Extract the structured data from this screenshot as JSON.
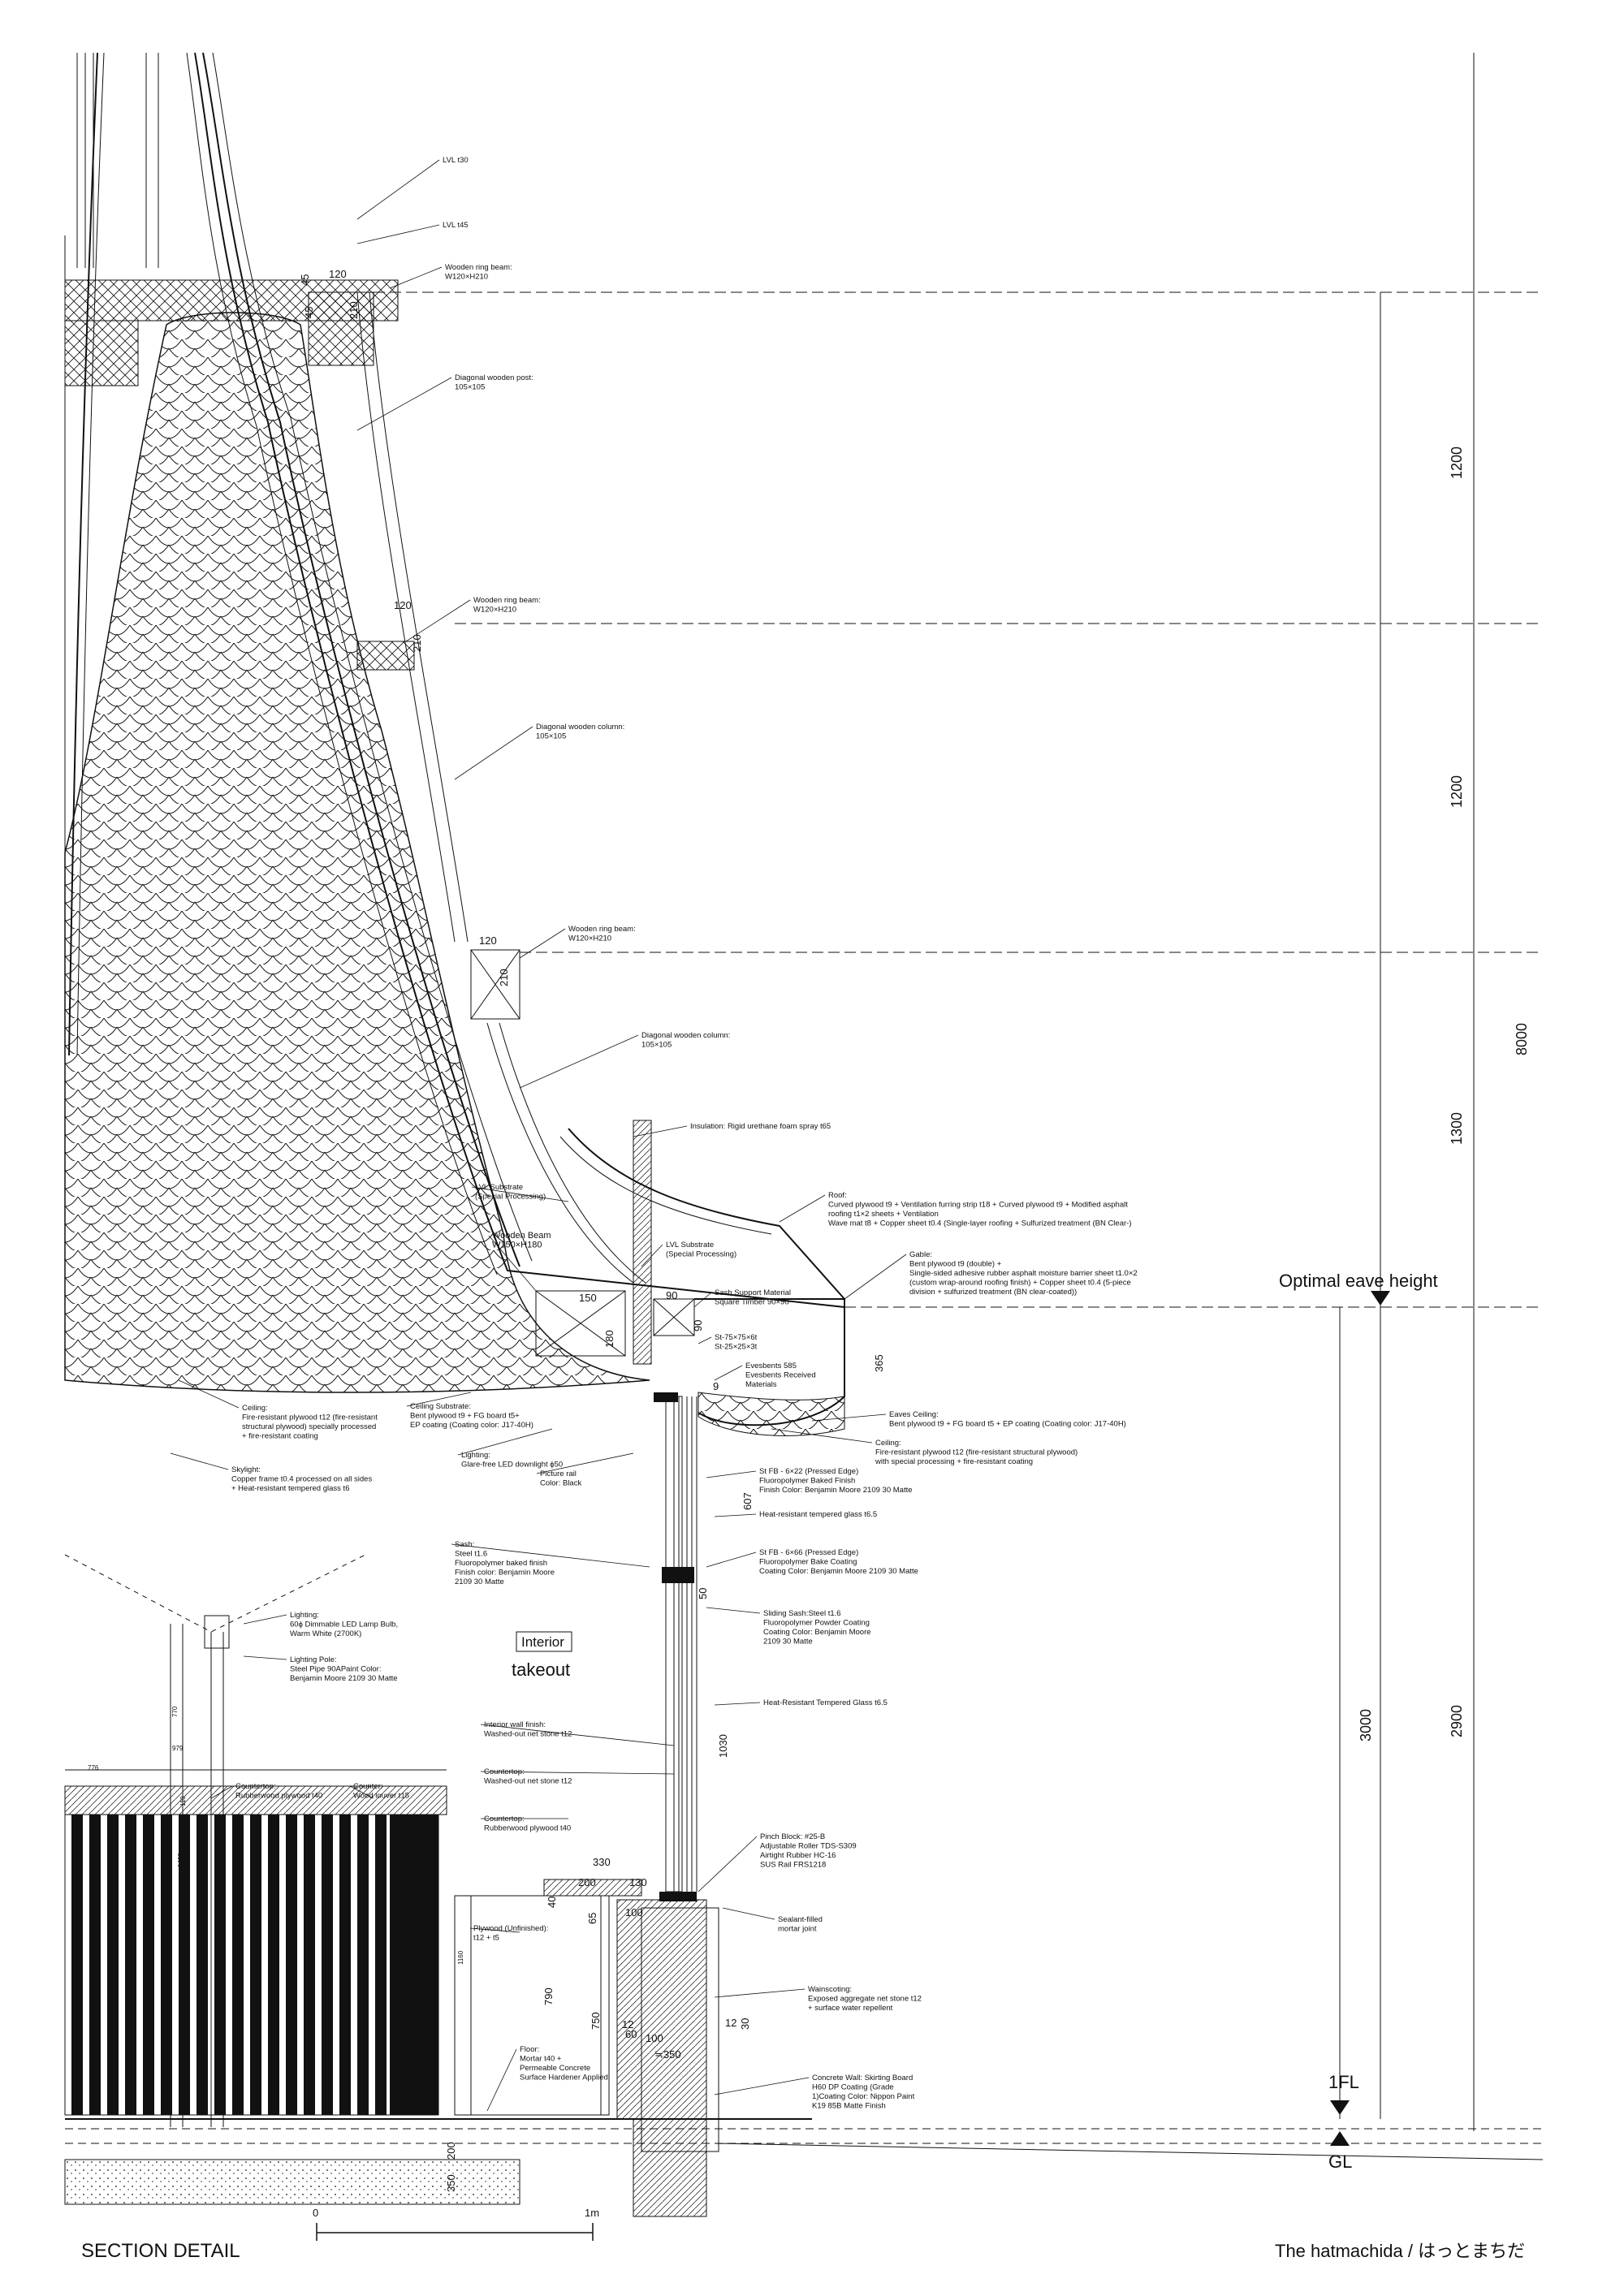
{
  "title": "SECTION DETAIL",
  "credit": "The hatmachida / はっとまちだ",
  "scale_bar": {
    "start": "0",
    "end": "1m"
  },
  "levels": {
    "eave": "Optimal eave height",
    "floor": "1FL",
    "ground": "GL"
  },
  "dimensions_right": {
    "d1200a": "1200",
    "d1200b": "1200",
    "d1300": "1300",
    "d8000": "8000",
    "d2900": "2900",
    "d3000": "3000"
  },
  "room_labels": {
    "interior": "Interior",
    "takeout": "takeout"
  },
  "annotations": [
    {
      "lines": [
        "LVL t30"
      ]
    },
    {
      "lines": [
        "LVL t45"
      ]
    },
    {
      "lines": [
        "Wooden ring beam:",
        "W120×H210"
      ]
    },
    {
      "lines": [
        "Diagonal wooden post:",
        "105×105"
      ]
    },
    {
      "lines": [
        "Wooden ring beam:",
        "W120×H210"
      ]
    },
    {
      "lines": [
        "Diagonal wooden column:",
        "105×105"
      ]
    },
    {
      "lines": [
        "Wooden ring beam:",
        "W120×H210"
      ]
    },
    {
      "lines": [
        "Diagonal wooden column:",
        "105×105"
      ]
    },
    {
      "lines": [
        "Insulation: Rigid urethane foam spray t65"
      ]
    },
    {
      "lines": [
        "Roof:",
        "Curved plywood t9 + Ventilation furring strip t18 + Curved plywood t9 + Modified asphalt",
        "roofing t1×2 sheets + Ventilation",
        "Wave mat t8 + Copper sheet t0.4 (Single-layer roofing + Sulfurized treatment (BN Clear-)"
      ]
    },
    {
      "lines": [
        "Gable:",
        "Bent plywood t9 (double) +",
        "Single-sided adhesive rubber asphalt moisture barrier sheet t1.0×2",
        "(custom wrap-around roofing finish) + Copper sheet t0.4 (5-piece",
        "division + sulfurized treatment (BN clear-coated))"
      ]
    },
    {
      "lines": [
        "LVL Substrate",
        "(Special Processing)"
      ]
    },
    {
      "lines": [
        "LVL Substrate",
        "(Special Processing)"
      ]
    },
    {
      "lines": [
        "Sash Support Material",
        "Square Timber 90×90"
      ]
    },
    {
      "lines": [
        "St-75×75×6t",
        "St-25×25×3t"
      ]
    },
    {
      "lines": [
        "Evesbents 585",
        "Evesbents Received",
        "Materials"
      ]
    },
    {
      "lines": [
        "Eaves Ceiling:",
        "Bent plywood t9 + FG board t5 + EP coating (Coating color: J17-40H)"
      ]
    },
    {
      "lines": [
        "Ceiling:",
        "Fire-resistant plywood t12 (fire-resistant structural plywood)",
        "with special processing + fire-resistant coating"
      ]
    },
    {
      "lines": [
        "St FB - 6×22 (Pressed Edge)",
        "Fluoropolymer Baked Finish",
        "Finish Color: Benjamin Moore 2109 30 Matte"
      ]
    },
    {
      "lines": [
        "Heat-resistant tempered glass t6.5"
      ]
    },
    {
      "lines": [
        "St FB - 6×66 (Pressed Edge)",
        "Fluoropolymer Bake Coating",
        "Coating Color: Benjamin Moore 2109 30 Matte"
      ]
    },
    {
      "lines": [
        "Sliding Sash:Steel t1.6",
        "Fluoropolymer Powder Coating",
        "Coating Color: Benjamin Moore",
        "2109 30 Matte"
      ]
    },
    {
      "lines": [
        "Heat-Resistant Tempered Glass t6.5"
      ]
    },
    {
      "lines": [
        "Ceiling:",
        "Fire-resistant plywood t12 (fire-resistant",
        "structural plywood) specially processed",
        "+ fire-resistant coating"
      ]
    },
    {
      "lines": [
        "Skylight:",
        "Copper frame t0.4 processed on all sides",
        "+ Heat-resistant tempered glass t6"
      ]
    },
    {
      "lines": [
        "Ceiling Substrate:",
        "Bent plywood t9 + FG board t5+",
        "EP coating (Coating color: J17-40H)"
      ]
    },
    {
      "lines": [
        "Lighting:",
        "Glare-free LED downlight ϕ50"
      ]
    },
    {
      "lines": [
        "Picture rail",
        "Color: Black"
      ]
    },
    {
      "lines": [
        "Wooden Beam",
        "W150×H180"
      ]
    },
    {
      "lines": [
        "Sash:",
        "Steel t1.6",
        "Fluoropolymer baked finish",
        "Finish color: Benjamin Moore",
        "2109 30 Matte"
      ]
    },
    {
      "lines": [
        "Lighting:",
        "60ϕ Dimmable LED Lamp Bulb,",
        "Warm White (2700K)"
      ]
    },
    {
      "lines": [
        "Lighting Pole:",
        "Steel Pipe 90APaint Color:",
        "Benjamin Moore 2109 30 Matte"
      ]
    },
    {
      "lines": [
        "Interior wall finish:",
        "Washed-out net stone t12"
      ]
    },
    {
      "lines": [
        "Countertop:",
        "Washed-out net stone t12"
      ]
    },
    {
      "lines": [
        "Countertop:",
        "Rubberwood plywood t40"
      ]
    },
    {
      "lines": [
        "Countertop:",
        "Rubberwood plywood t40"
      ]
    },
    {
      "lines": [
        "Counter:",
        "Wood louver t15"
      ]
    },
    {
      "lines": [
        "Plywood (Unfinished):",
        "t12 + t5"
      ]
    },
    {
      "lines": [
        "Floor:",
        "Mortar t40 +",
        "Permeable Concrete",
        "Surface Hardener Applied"
      ]
    },
    {
      "lines": [
        "Pinch Block: #25-B",
        "Adjustable Roller TDS-S309",
        "Airtight Rubber HC-16",
        "SUS Rail FRS1218"
      ]
    },
    {
      "lines": [
        "Sealant-filled",
        "mortar joint"
      ]
    },
    {
      "lines": [
        "Wainscoting:",
        "Exposed aggregate net stone t12",
        "+ surface water repellent"
      ]
    },
    {
      "lines": [
        "Concrete Wall: Skirting Board",
        "H60 DP Coating (Grade",
        "1)Coating Color: Nippon Paint",
        "K19 85B Matte Finish"
      ]
    }
  ],
  "small_dims": [
    "120",
    "45",
    "45",
    "210",
    "120",
    "210",
    "120",
    "210",
    "150",
    "180",
    "90",
    "90",
    "365",
    "9",
    "607",
    "50",
    "1030",
    "200",
    "130",
    "330",
    "100",
    "65",
    "790",
    "750",
    "12",
    "60",
    "100",
    "≒350",
    "12",
    "30",
    "200",
    "350",
    "40",
    "776",
    "979",
    "770",
    "110",
    "1460",
    "1160"
  ]
}
